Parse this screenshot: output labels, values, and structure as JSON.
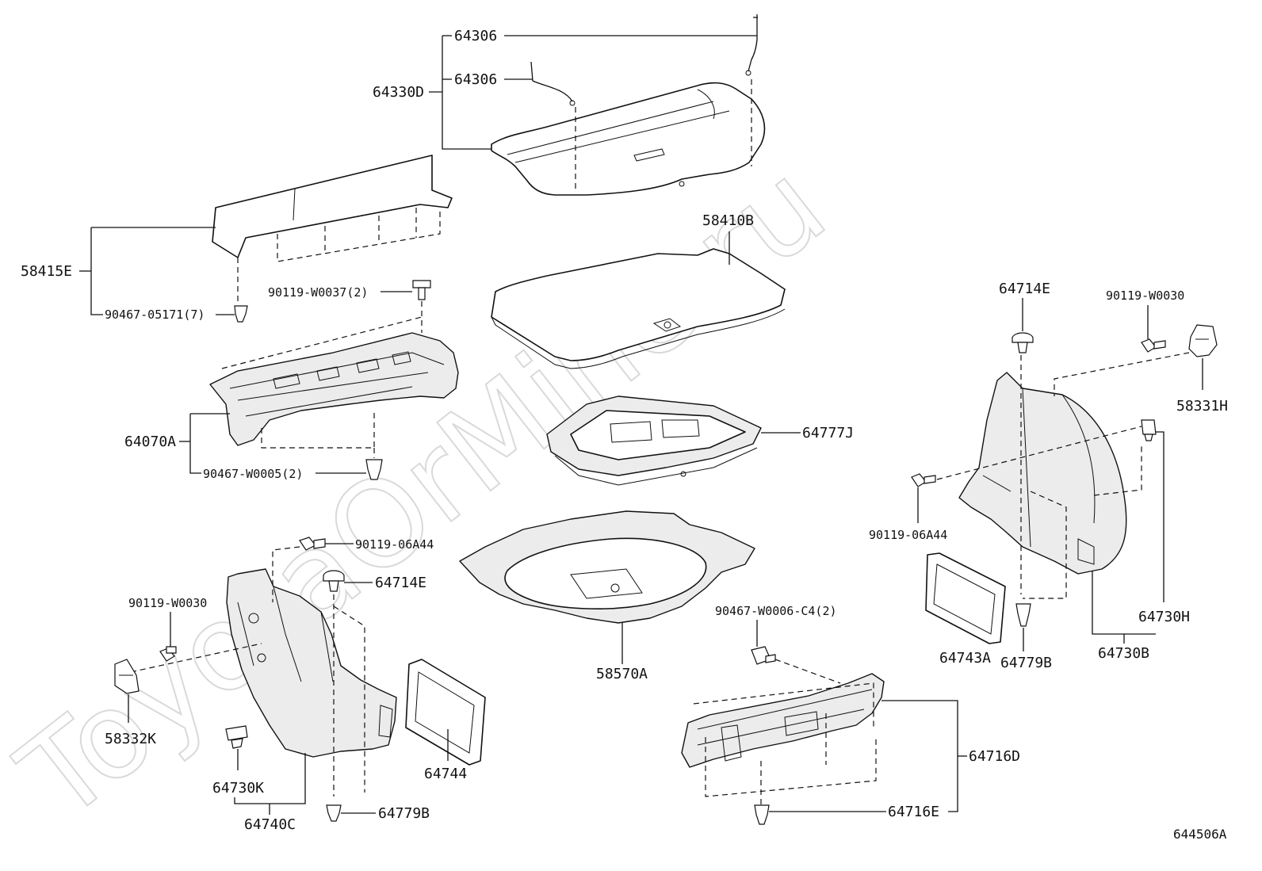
{
  "watermark": "ToyotaOrMine.ru",
  "diagram_code": "644506A",
  "labels": {
    "p64306a": "64306",
    "p64306b": "64306",
    "p64330D": "64330D",
    "p58415E": "58415E",
    "p90467_05171": "90467-05171(7)",
    "p58410B": "58410B",
    "p90119_W0037": "90119-W0037(2)",
    "p64070A": "64070A",
    "p90467_W0005": "90467-W0005(2)",
    "p64777J": "64777J",
    "p64714E_r": "64714E",
    "p90119_W0030_r": "90119-W0030",
    "p58331H": "58331H",
    "p90119_06A44_r": "90119-06A44",
    "p64730H": "64730H",
    "p64743A": "64743A",
    "p64779B_r": "64779B",
    "p64730B": "64730B",
    "p90119_06A44_l": "90119-06A44",
    "p64714E_l": "64714E",
    "p90119_W0030_l": "90119-W0030",
    "p58332K": "58332K",
    "p64730K": "64730K",
    "p64744": "64744",
    "p64740C": "64740C",
    "p64779B_l": "64779B",
    "p58570A": "58570A",
    "p90467_W0006": "90467-W0006-C4(2)",
    "p64716D": "64716D",
    "p64716E": "64716E"
  }
}
